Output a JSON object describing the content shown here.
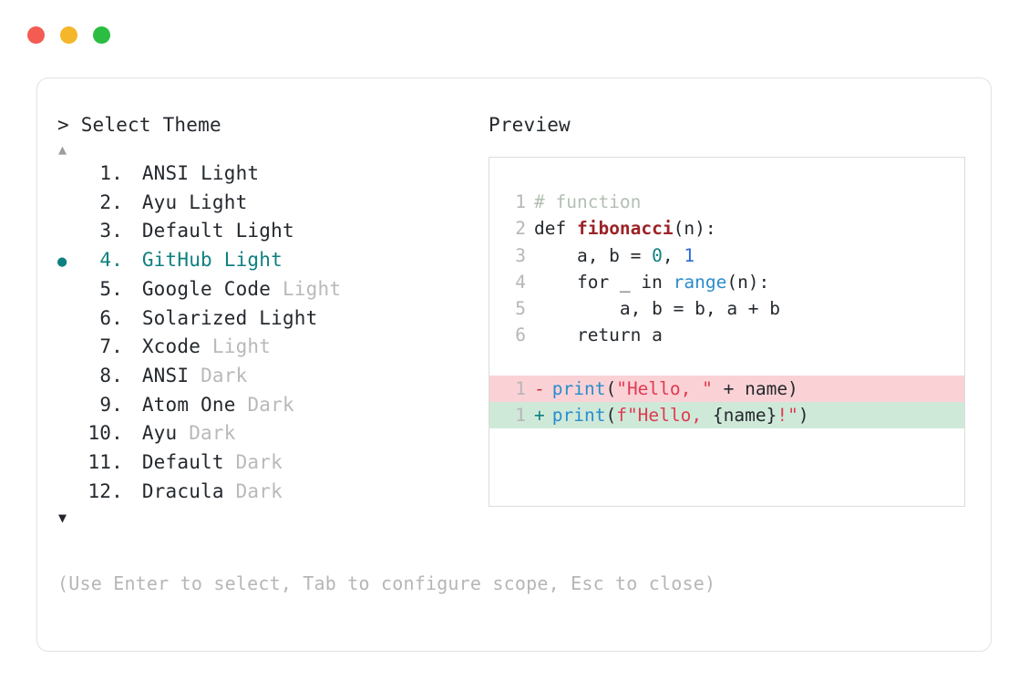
{
  "window": {
    "traffic_lights": [
      {
        "name": "close",
        "color": "#f45b52"
      },
      {
        "name": "minimize",
        "color": "#f5b62a"
      },
      {
        "name": "maximize",
        "color": "#2bbd41"
      }
    ]
  },
  "prompt": {
    "marker": ">",
    "title": "Select Theme",
    "scroll_up": "▲",
    "scroll_down": "▼",
    "selected_index": 4
  },
  "themes": [
    {
      "bullet": "●",
      "num": "1.",
      "name": "ANSI",
      "variant": "Light",
      "variant_dim": false,
      "selected": false
    },
    {
      "bullet": "●",
      "num": "2.",
      "name": "Ayu",
      "variant": "Light",
      "variant_dim": false,
      "selected": false
    },
    {
      "bullet": "●",
      "num": "3.",
      "name": "Default",
      "variant": "Light",
      "variant_dim": false,
      "selected": false
    },
    {
      "bullet": "●",
      "num": "4.",
      "name": "GitHub",
      "variant": "Light",
      "variant_dim": false,
      "selected": true
    },
    {
      "bullet": "●",
      "num": "5.",
      "name": "Google Code",
      "variant": "Light",
      "variant_dim": true,
      "selected": false
    },
    {
      "bullet": "●",
      "num": "6.",
      "name": "Solarized",
      "variant": "Light",
      "variant_dim": false,
      "selected": false
    },
    {
      "bullet": "●",
      "num": "7.",
      "name": "Xcode",
      "variant": "Light",
      "variant_dim": true,
      "selected": false
    },
    {
      "bullet": "●",
      "num": "8.",
      "name": "ANSI",
      "variant": "Dark",
      "variant_dim": true,
      "selected": false
    },
    {
      "bullet": "●",
      "num": "9.",
      "name": "Atom One",
      "variant": "Dark",
      "variant_dim": true,
      "selected": false
    },
    {
      "bullet": "●",
      "num": "10.",
      "name": "Ayu",
      "variant": "Dark",
      "variant_dim": true,
      "selected": false
    },
    {
      "bullet": "●",
      "num": "11.",
      "name": "Default",
      "variant": "Dark",
      "variant_dim": true,
      "selected": false
    },
    {
      "bullet": "●",
      "num": "12.",
      "name": "Dracula",
      "variant": "Dark",
      "variant_dim": true,
      "selected": false
    }
  ],
  "preview": {
    "label": "Preview",
    "code_lines": [
      {
        "ln": "1",
        "tokens": [
          {
            "t": "# function",
            "c": "comment"
          }
        ]
      },
      {
        "ln": "2",
        "tokens": [
          {
            "t": "def ",
            "c": "kw"
          },
          {
            "t": "fibonacci",
            "c": "fn"
          },
          {
            "t": "(n):",
            "c": "plain"
          }
        ]
      },
      {
        "ln": "3",
        "tokens": [
          {
            "t": "    a, b = ",
            "c": "plain"
          },
          {
            "t": "0",
            "c": "num-0"
          },
          {
            "t": ", ",
            "c": "plain"
          },
          {
            "t": "1",
            "c": "num-1"
          }
        ]
      },
      {
        "ln": "4",
        "tokens": [
          {
            "t": "    for _ in ",
            "c": "plain"
          },
          {
            "t": "range",
            "c": "builtin"
          },
          {
            "t": "(n):",
            "c": "plain"
          }
        ]
      },
      {
        "ln": "5",
        "tokens": [
          {
            "t": "        a, b = b, a + b",
            "c": "plain"
          }
        ]
      },
      {
        "ln": "6",
        "tokens": [
          {
            "t": "    return a",
            "c": "plain"
          }
        ]
      }
    ],
    "diff_lines": [
      {
        "ln": "1",
        "kind": "del",
        "sign": "-",
        "tokens": [
          {
            "t": "print",
            "c": "builtin"
          },
          {
            "t": "(",
            "c": "plain"
          },
          {
            "t": "\"Hello, \"",
            "c": "str"
          },
          {
            "t": " + name)",
            "c": "plain"
          }
        ]
      },
      {
        "ln": "1",
        "kind": "add",
        "sign": "+",
        "tokens": [
          {
            "t": "print",
            "c": "builtin"
          },
          {
            "t": "(",
            "c": "plain"
          },
          {
            "t": "f\"Hello, ",
            "c": "str"
          },
          {
            "t": "{name}",
            "c": "plain"
          },
          {
            "t": "!\"",
            "c": "str"
          },
          {
            "t": ")",
            "c": "plain"
          }
        ]
      }
    ]
  },
  "hint": "(Use Enter to select, Tab to configure scope, Esc to close)",
  "colors": {
    "accent_teal": "#0f8080",
    "diff_del_bg": "#fad2d6",
    "diff_add_bg": "#cfe9d9",
    "dim_text": "#b9b9bb",
    "body_text": "#24292e"
  }
}
